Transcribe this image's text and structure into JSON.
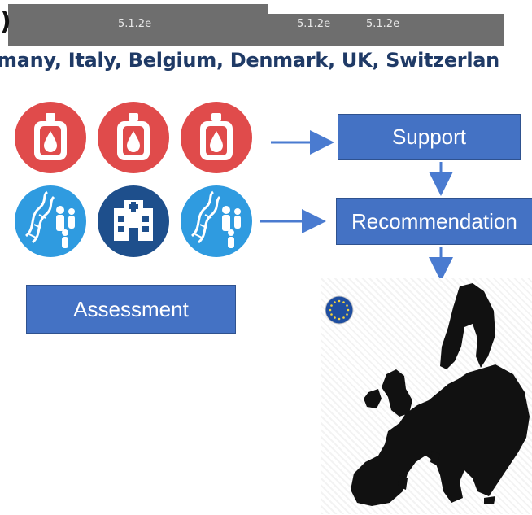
{
  "header": {
    "paren": ")",
    "redactions": [
      "5.1.2e",
      "5.1.2e",
      "5.1.2e"
    ],
    "countries": "many, Italy, Belgium, Denmark, UK, Switzerlan"
  },
  "boxes": {
    "support": "Support",
    "recommendation": "Recommendation",
    "assessment": "Assessment"
  },
  "icons": {
    "row1": [
      "blood-bag-icon",
      "blood-bag-icon",
      "blood-bag-icon"
    ],
    "row2": [
      "dna-people-icon",
      "hospital-icon",
      "dna-people-icon"
    ],
    "map": "europe-map-icon",
    "badge": "eu-flag-icon"
  },
  "colors": {
    "red": "#e04b4b",
    "blue_circle": "#2f9be0",
    "navy_circle": "#1e4f8c",
    "box": "#4472c4",
    "text_dark": "#1f3a66"
  }
}
